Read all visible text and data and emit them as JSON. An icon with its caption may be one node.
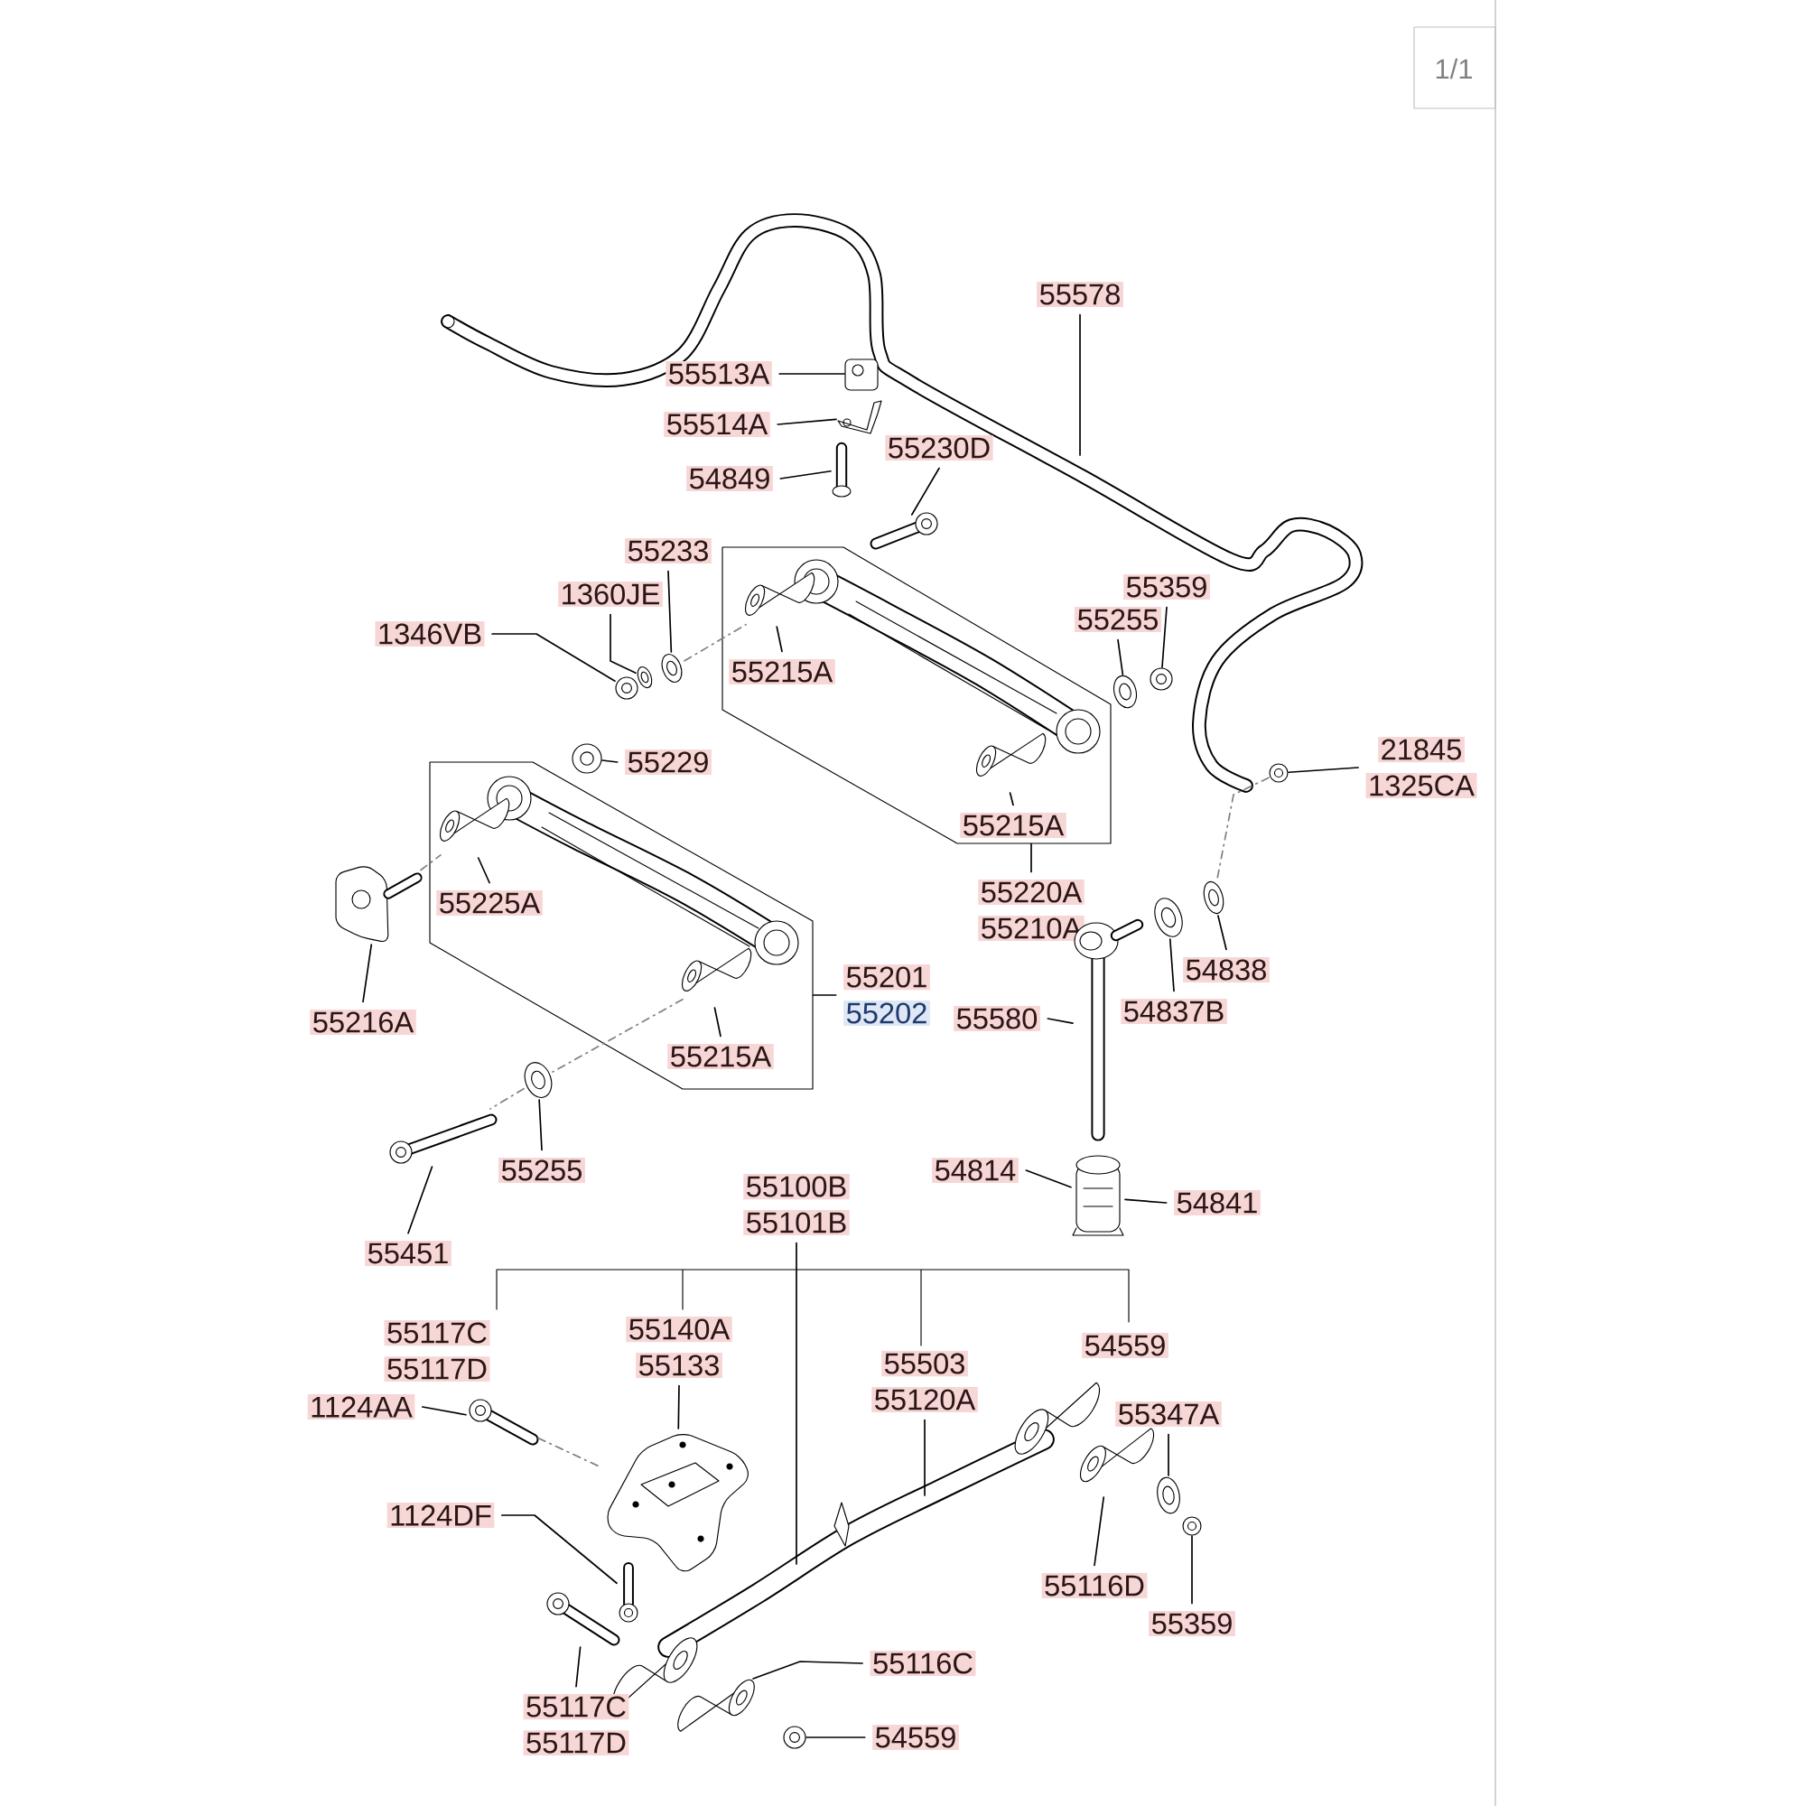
{
  "diagram": {
    "nodes": [
      {
        "text": [],
        "shape": "box"
      },
      {
        "text": [],
        "shape": "box"
      },
      {
        "text": [
          "55578"
        ]
      },
      {
        "text": [
          "55513A"
        ]
      },
      {
        "text": [
          "55514A"
        ]
      },
      {
        "text": [
          "54849"
        ]
      },
      {
        "text": [
          "55230D"
        ]
      },
      {
        "text": [
          "55233"
        ]
      },
      {
        "text": [
          "1360JE"
        ]
      },
      {
        "text": [
          "1346VB"
        ]
      },
      {
        "text": [
          "55215A"
        ],
        "in": 0
      },
      {
        "text": [
          "55359"
        ]
      },
      {
        "text": [
          "55255"
        ]
      },
      {
        "text": [
          "55229"
        ]
      },
      {
        "text": [
          "21845",
          "1325CA"
        ]
      },
      {
        "text": [
          "55215A"
        ],
        "in": 0
      },
      {
        "text": [
          "55225A"
        ],
        "in": 1
      },
      {
        "text": [
          "55220A",
          "55210A"
        ]
      },
      {
        "text": [
          "55201",
          "55202"
        ]
      },
      {
        "text": [
          "55216A"
        ]
      },
      {
        "text": [
          "54838"
        ]
      },
      {
        "text": [
          "54837B"
        ]
      },
      {
        "text": [
          "55580"
        ]
      },
      {
        "text": [
          "55215A"
        ],
        "in": 1
      },
      {
        "text": [
          "55255"
        ]
      },
      {
        "text": [
          "54814"
        ]
      },
      {
        "text": [
          "54841"
        ]
      },
      {
        "text": [
          "55100B",
          "55101B"
        ]
      },
      {
        "text": [
          "55451"
        ]
      },
      {
        "text": [
          "55117C",
          "55117D"
        ]
      },
      {
        "text": [
          "55140A",
          "55133"
        ]
      },
      {
        "text": [
          "55503",
          "55120A"
        ]
      },
      {
        "text": [
          "54559"
        ]
      },
      {
        "text": [
          "1124AA"
        ]
      },
      {
        "text": [
          "55347A"
        ]
      },
      {
        "text": [
          "1124DF"
        ]
      },
      {
        "text": [
          "55116D"
        ]
      },
      {
        "text": [
          "55359"
        ]
      },
      {
        "text": [
          "55117C",
          "55117D"
        ]
      },
      {
        "text": [
          "55116C"
        ]
      },
      {
        "text": [
          "54559"
        ]
      },
      {
        "text": [],
        "shape": "picture"
      },
      {
        "text": [],
        "shape": "picture"
      },
      {
        "text": [],
        "shape": "picture"
      },
      {
        "text": [],
        "shape": "picture"
      },
      {
        "text": [],
        "shape": "picture"
      },
      {
        "text": [],
        "shape": "picture"
      },
      {
        "text": [],
        "shape": "picture"
      },
      {
        "text": [],
        "shape": "picture",
        "in": 0
      },
      {
        "text": [],
        "shape": "picture"
      },
      {
        "text": [],
        "shape": "picture"
      },
      {
        "text": [],
        "shape": "picture"
      },
      {
        "text": [],
        "shape": "picture"
      },
      {
        "text": [],
        "shape": "picture",
        "in": 0
      },
      {
        "text": [],
        "shape": "picture",
        "in": 1
      },
      {
        "text": [],
        "shape": "picture"
      },
      {
        "text": [],
        "shape": "picture"
      },
      {
        "text": [],
        "shape": "picture"
      },
      {
        "text": [],
        "shape": "picture"
      },
      {
        "text": [],
        "shape": "picture",
        "in": 1
      },
      {
        "text": [],
        "shape": "picture"
      },
      {
        "text": [],
        "shape": "picture"
      },
      {
        "text": [],
        "shape": "picture"
      },
      {
        "text": [],
        "shape": "picture"
      },
      {
        "text": [],
        "shape": "picture"
      },
      {
        "text": [],
        "shape": "picture"
      },
      {
        "text": [],
        "shape": "picture"
      },
      {
        "text": [],
        "shape": "picture"
      },
      {
        "text": [],
        "shape": "picture"
      },
      {
        "text": [],
        "shape": "picture"
      },
      {
        "text": [],
        "shape": "picture"
      },
      {
        "text": [],
        "shape": "picture"
      }
    ],
    "edges": [
      {
        "from": 2,
        "to": null,
        "arrow": "none"
      },
      {
        "from": 3,
        "to": 41,
        "arrow": "none"
      },
      {
        "from": 4,
        "to": 42,
        "arrow": "none"
      },
      {
        "from": 5,
        "to": 43,
        "arrow": "none"
      },
      {
        "from": 6,
        "to": 44,
        "arrow": "none"
      },
      {
        "from": 7,
        "to": 45,
        "arrow": "none"
      },
      {
        "from": 8,
        "to": 46,
        "arrow": "none"
      },
      {
        "from": 9,
        "to": 47,
        "arrow": "none"
      },
      {
        "from": 10,
        "to": 48,
        "arrow": "none"
      },
      {
        "from": 11,
        "to": 49,
        "arrow": "none"
      },
      {
        "from": 12,
        "to": 50,
        "arrow": "none"
      },
      {
        "from": 13,
        "to": 51,
        "arrow": "none"
      },
      {
        "from": 14,
        "to": 52,
        "arrow": "none"
      },
      {
        "from": 15,
        "to": 53,
        "arrow": "none"
      },
      {
        "from": 16,
        "to": 54,
        "arrow": "none"
      },
      {
        "from": 17,
        "to": 0,
        "arrow": "none"
      },
      {
        "from": 18,
        "to": 1,
        "arrow": "none"
      },
      {
        "from": 19,
        "to": 55,
        "arrow": "none"
      },
      {
        "from": 20,
        "to": 56,
        "arrow": "none"
      },
      {
        "from": 21,
        "to": 57,
        "arrow": "none"
      },
      {
        "from": 22,
        "to": 58,
        "arrow": "none"
      },
      {
        "from": 23,
        "to": 59,
        "arrow": "none"
      },
      {
        "from": 24,
        "to": 60,
        "arrow": "none"
      },
      {
        "from": 25,
        "to": 61,
        "arrow": "none"
      },
      {
        "from": 26,
        "to": 61,
        "arrow": "none"
      },
      {
        "from": 27,
        "to": null,
        "arrow": "none"
      },
      {
        "from": 28,
        "to": 62,
        "arrow": "none"
      },
      {
        "from": 30,
        "to": 63,
        "arrow": "none"
      },
      {
        "from": 31,
        "to": null,
        "arrow": "none"
      },
      {
        "from": 33,
        "to": 64,
        "arrow": "none"
      },
      {
        "from": 34,
        "to": 65,
        "arrow": "none"
      },
      {
        "from": 35,
        "to": 66,
        "arrow": "none"
      },
      {
        "from": 36,
        "to": 67,
        "arrow": "none"
      },
      {
        "from": 37,
        "to": 68,
        "arrow": "none"
      },
      {
        "from": 38,
        "to": 69,
        "arrow": "none"
      },
      {
        "from": 39,
        "to": 70,
        "arrow": "none"
      },
      {
        "from": 40,
        "to": 71,
        "arrow": "none"
      },
      {
        "from": 45,
        "to": 48,
        "arrow": "none",
        "style": "dashed",
        "color": "#808080"
      },
      {
        "from": 55,
        "to": 54,
        "arrow": "none",
        "style": "dashed",
        "color": "#808080"
      },
      {
        "from": 59,
        "to": 60,
        "arrow": "none",
        "style": "dashed",
        "color": "#808080"
      },
      {
        "from": 60,
        "to": 62,
        "arrow": "none",
        "style": "dashed",
        "color": "#808080"
      },
      {
        "from": 52,
        "to": 56,
        "arrow": "none",
        "style": "dashed",
        "color": "#808080"
      },
      {
        "from": 64,
        "to": 63,
        "arrow": "none",
        "style": "dashed",
        "color": "#808080"
      }
    ],
    "labels": [
      "1/1"
    ]
  }
}
